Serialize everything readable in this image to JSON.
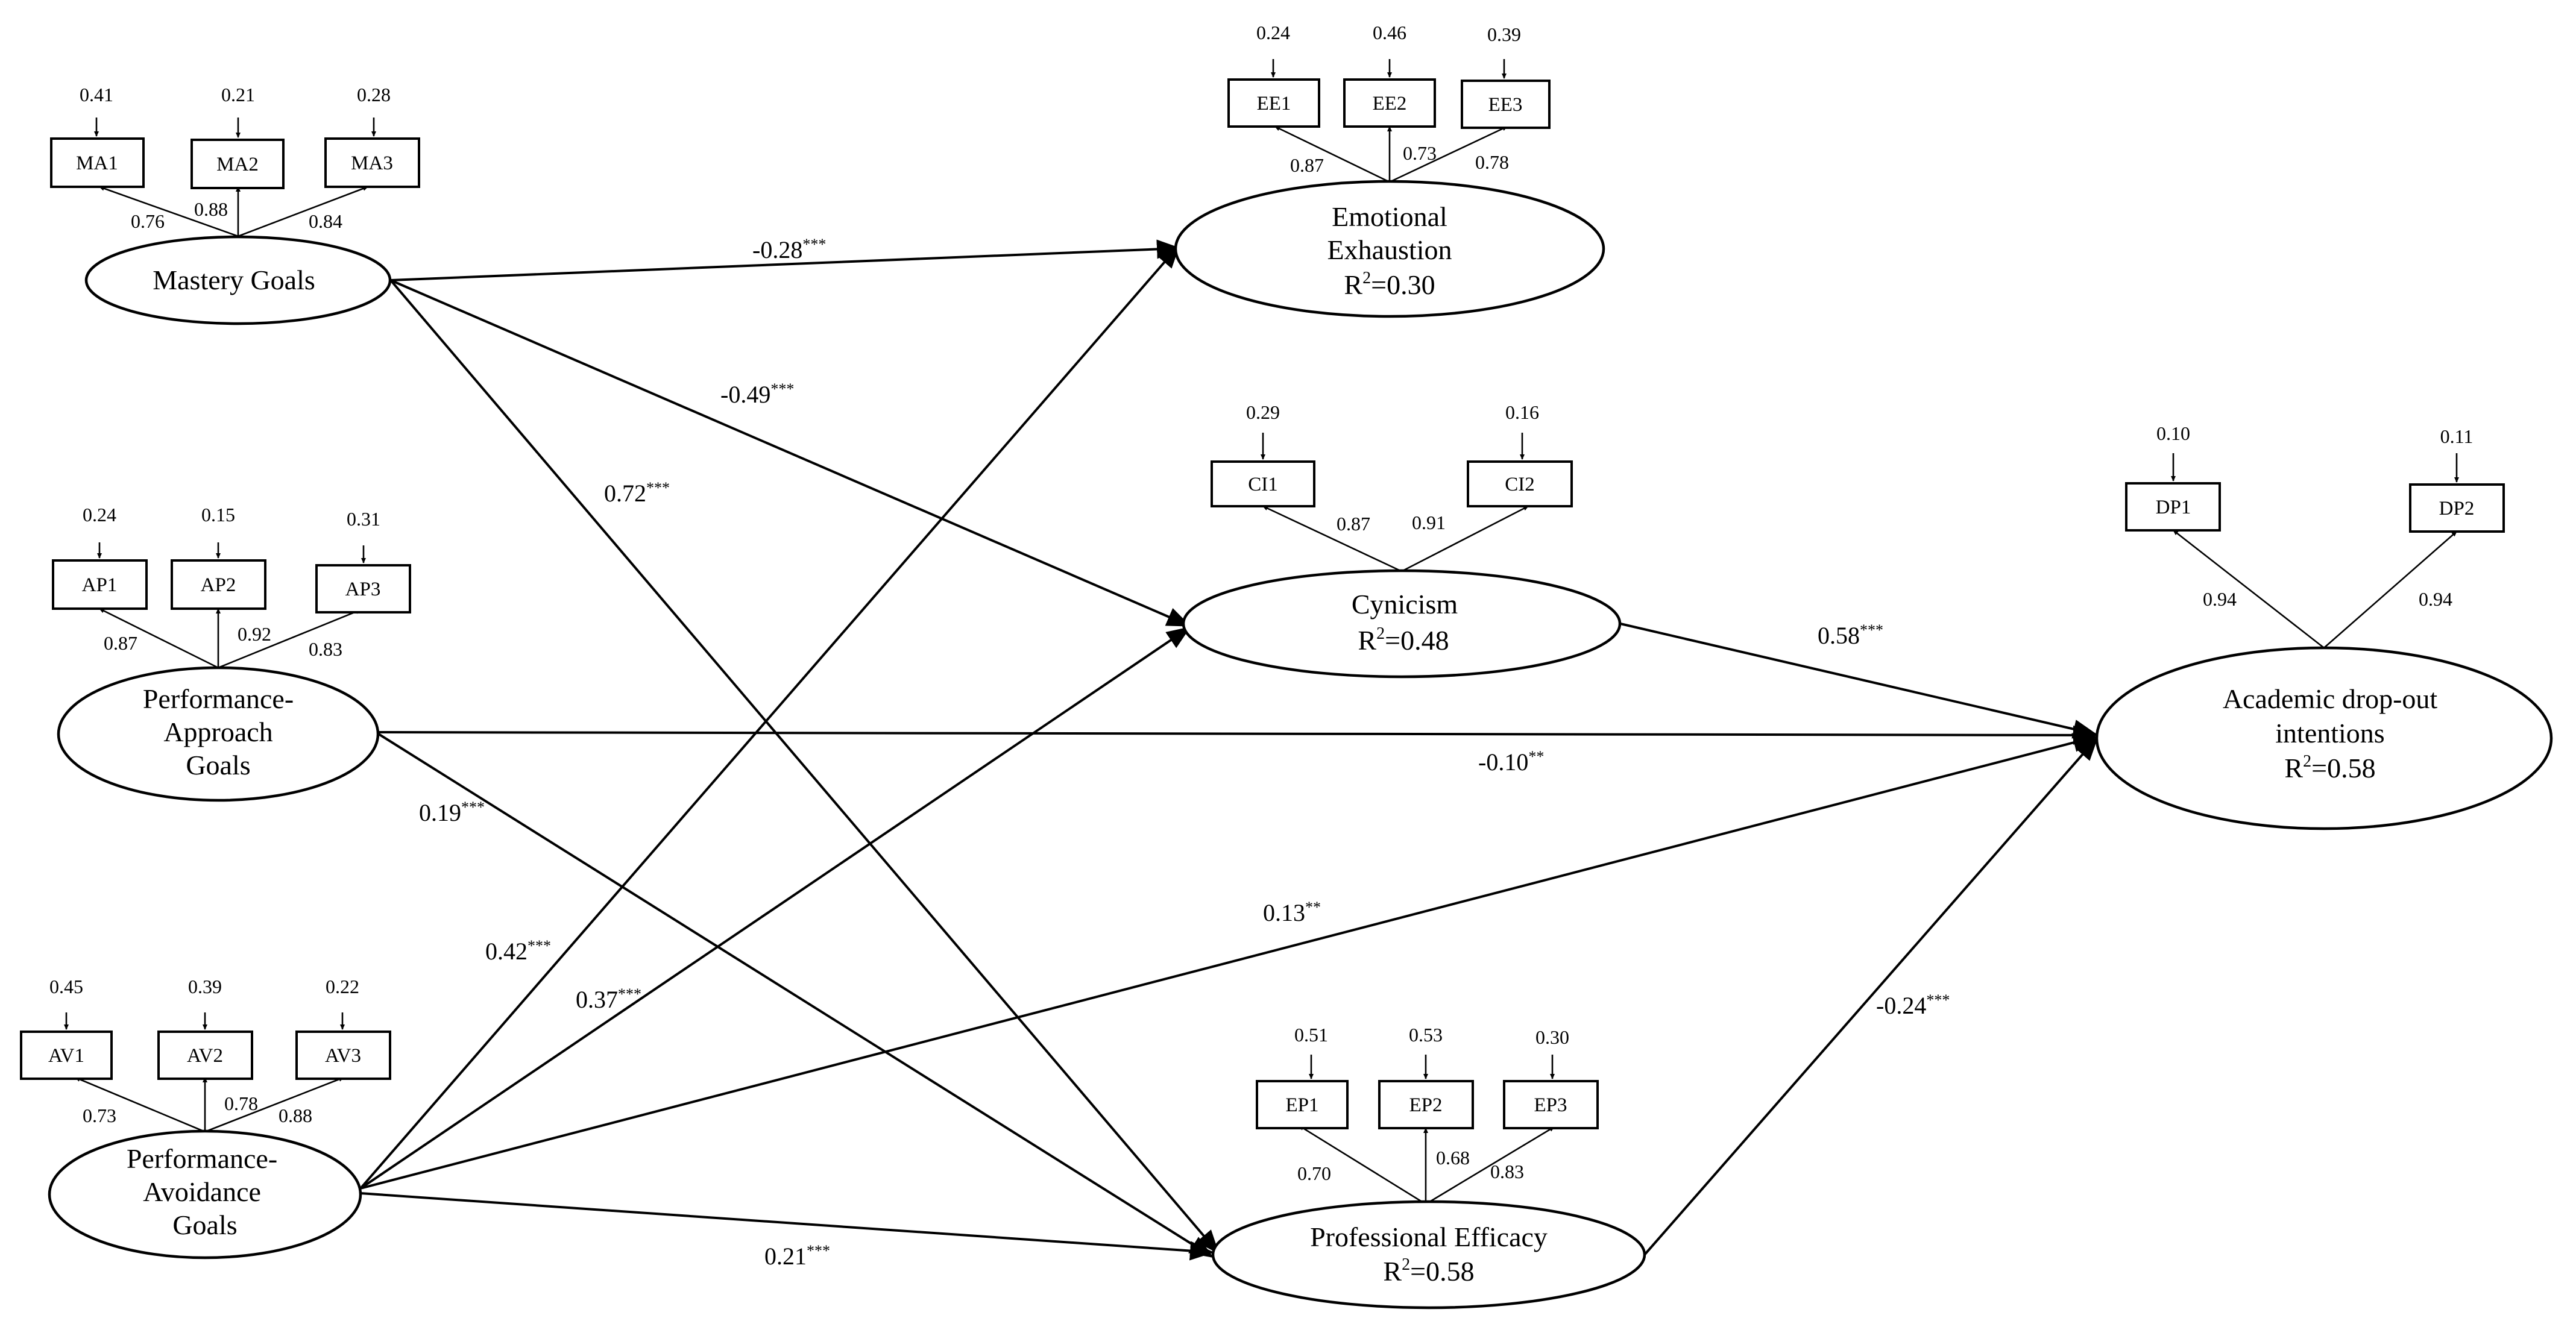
{
  "latents": {
    "mastery": "Mastery Goals",
    "perf_approach": [
      "Performance-",
      "Approach",
      "Goals"
    ],
    "perf_avoid": [
      "Performance-",
      "Avoidance",
      "Goals"
    ],
    "exhaustion": [
      "Emotional",
      "Exhaustion"
    ],
    "exhaustion_r2": "0.30",
    "cynicism": "Cynicism",
    "cynicism_r2": "0.48",
    "dropout": [
      "Academic drop-out",
      "intentions"
    ],
    "dropout_r2": "0.58",
    "efficacy": "Professional Efficacy",
    "efficacy_r2": "0.58",
    "r2_prefix": "R",
    "r2_sup": "2",
    "r2_eq": "="
  },
  "indicators": {
    "ma": [
      {
        "label": "MA1",
        "error": "0.41",
        "loading": "0.76"
      },
      {
        "label": "MA2",
        "error": "0.21",
        "loading": "0.88"
      },
      {
        "label": "MA3",
        "error": "0.28",
        "loading": "0.84"
      }
    ],
    "ap": [
      {
        "label": "AP1",
        "error": "0.24",
        "loading": "0.87"
      },
      {
        "label": "AP2",
        "error": "0.15",
        "loading": "0.92"
      },
      {
        "label": "AP3",
        "error": "0.31",
        "loading": "0.83"
      }
    ],
    "av": [
      {
        "label": "AV1",
        "error": "0.45",
        "loading": "0.73"
      },
      {
        "label": "AV2",
        "error": "0.39",
        "loading": "0.78"
      },
      {
        "label": "AV3",
        "error": "0.22",
        "loading": "0.88"
      }
    ],
    "ee": [
      {
        "label": "EE1",
        "error": "0.24",
        "loading": "0.87"
      },
      {
        "label": "EE2",
        "error": "0.46",
        "loading": "0.73"
      },
      {
        "label": "EE3",
        "error": "0.39",
        "loading": "0.78"
      }
    ],
    "ci": [
      {
        "label": "CI1",
        "error": "0.29",
        "loading": "0.87"
      },
      {
        "label": "CI2",
        "error": "0.16",
        "loading": "0.91"
      }
    ],
    "dp": [
      {
        "label": "DP1",
        "error": "0.10",
        "loading": "0.94"
      },
      {
        "label": "DP2",
        "error": "0.11",
        "loading": "0.94"
      }
    ],
    "ep": [
      {
        "label": "EP1",
        "error": "0.51",
        "loading": "0.70"
      },
      {
        "label": "EP2",
        "error": "0.53",
        "loading": "0.68"
      },
      {
        "label": "EP3",
        "error": "0.30",
        "loading": "0.83"
      }
    ]
  },
  "paths": {
    "mg_ee": {
      "coef": "-0.28",
      "sig": "***"
    },
    "mg_cy": {
      "coef": "-0.49",
      "sig": "***"
    },
    "mg_pe": {
      "coef": "0.72",
      "sig": "***"
    },
    "cy_do": {
      "coef": "0.58",
      "sig": "***"
    },
    "pa_do": {
      "coef": "-0.10",
      "sig": "**"
    },
    "pa_pe": {
      "coef": "0.19",
      "sig": "***"
    },
    "av_do": {
      "coef": "0.13",
      "sig": "**"
    },
    "av_ee": {
      "coef": "0.42",
      "sig": "***"
    },
    "av_cy": {
      "coef": "0.37",
      "sig": "***"
    },
    "pe_do": {
      "coef": "-0.24",
      "sig": "***"
    },
    "av_pe": {
      "coef": "0.21",
      "sig": "***"
    }
  }
}
